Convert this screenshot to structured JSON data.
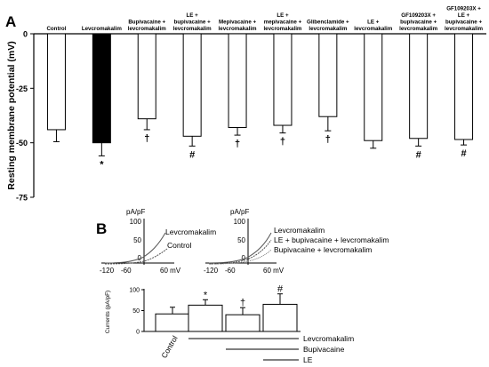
{
  "panel_a": {
    "letter": "A",
    "chart_data": {
      "type": "bar",
      "ylabel": "Resting membrane potential (mV)",
      "ylim": [
        -75,
        0
      ],
      "yticks": [
        0,
        -25,
        -50,
        -75
      ],
      "categories": [
        "Control",
        "Levcromakalim",
        "Bupivacaine + levcromakalim",
        "LE + bupivacaine + levcromakalim",
        "Mepivacaine + levcromakalim",
        "LE + mepivacaine + levcromakalim",
        "Glibenclamide + levcromakalim",
        "LE + levcromakalim",
        "GF109203X + bupivacaine + levcromakalim",
        "GF109203X + LE + bupivacaine + levcromakalim"
      ],
      "category_lines": [
        [
          "Control"
        ],
        [
          "Levcromakalim"
        ],
        [
          "Bupivacaine +",
          "levcromakalim"
        ],
        [
          "LE +",
          "bupivacaine +",
          "levcromakalim"
        ],
        [
          "Mepivacaine +",
          "levcromakalim"
        ],
        [
          "LE +",
          "mepivacaine +",
          "levcromakalim"
        ],
        [
          "Glibenclamide +",
          "levcromakalim"
        ],
        [
          "LE +",
          "levcromakalim"
        ],
        [
          "GF109203X +",
          "bupivacaine +",
          "levcromakalim"
        ],
        [
          "GF109203X +",
          "LE +",
          "bupivacaine +",
          "levcromakalim"
        ]
      ],
      "values": [
        -44,
        -50,
        -39,
        -47,
        -43,
        -42,
        -38,
        -49,
        -48,
        -48.5
      ],
      "errors": [
        5.5,
        6,
        5,
        4.5,
        3.5,
        3.5,
        6.5,
        3.5,
        3.5,
        2.5
      ],
      "fill": [
        "#ffffff",
        "#000000",
        "#ffffff",
        "#ffffff",
        "#ffffff",
        "#ffffff",
        "#ffffff",
        "#ffffff",
        "#ffffff",
        "#ffffff"
      ],
      "markers": [
        "",
        "*",
        "†",
        "#",
        "†",
        "†",
        "†",
        "",
        "#",
        "#"
      ]
    }
  },
  "panel_b": {
    "letter": "B",
    "trace_left": {
      "y_unit": "pA/pF",
      "y_ticks": [
        "100",
        "50",
        "0"
      ],
      "x_ticks": [
        "-120",
        "-60",
        "60 mV"
      ],
      "labels": [
        "Levcromakalim",
        "Control"
      ]
    },
    "trace_right": {
      "y_unit": "pA/pF",
      "y_ticks": [
        "100",
        "50",
        "0"
      ],
      "x_ticks": [
        "-120",
        "-60",
        "60 mV"
      ],
      "labels": [
        "Levcromakalim",
        "LE + bupivacaine + levcromakalim",
        "Bupivacaine + levcromakalim"
      ]
    },
    "chart_data": {
      "type": "bar",
      "ylabel": "Currents (pA/pF)",
      "ylim": [
        0,
        100
      ],
      "yticks": [
        0,
        50,
        100
      ],
      "categories": [
        "Control",
        "",
        "",
        ""
      ],
      "values": [
        42,
        63,
        40,
        65
      ],
      "errors": [
        16,
        13,
        17,
        25
      ],
      "markers": [
        "",
        "*",
        "†",
        "#"
      ],
      "treatment_labels": [
        "Levcromakalim",
        "Bupivacaine",
        "LE"
      ]
    }
  }
}
